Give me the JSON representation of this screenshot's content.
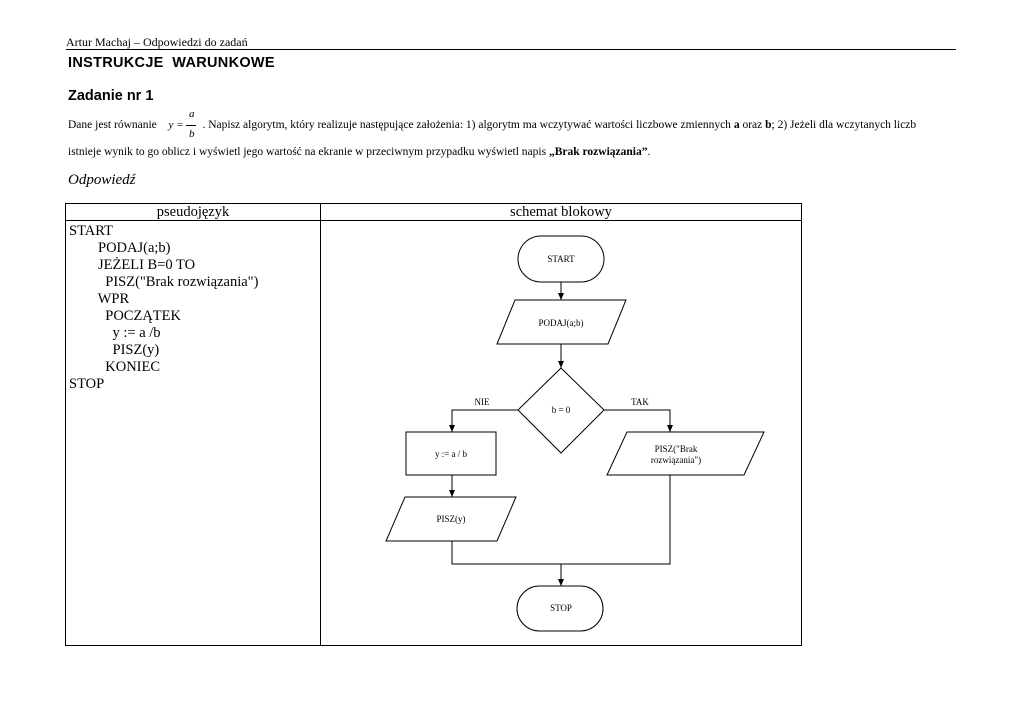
{
  "header": {
    "running_title": "Artur Machaj – Odpowiedzi do zadań"
  },
  "section_title": "INSTRUKCJE  WARUNKOWE",
  "task_title": "Zadanie nr 1",
  "task": {
    "intro": "Dane jest równanie",
    "eq_lhs": "y =",
    "eq_num": "a",
    "eq_den": "b",
    "line1_rest": ". Napisz algorytm, który realizuje następujące założenia: 1) algorytm ma wczytywać wartości liczbowe zmiennych",
    "var_a": "a",
    "and": "oraz",
    "var_b": "b",
    "line1_tail": "; 2) Jeżeli dla wczytanych liczb",
    "line2": "istnieje wynik to go oblicz i wyświetl jego wartość na ekranie w przeciwnym przypadku wyświetl napis",
    "quote": "„Brak rozwiązania”",
    "line2_end": "."
  },
  "answer_label": "Odpowiedź",
  "table": {
    "col1_header": "pseudojęzyk",
    "col2_header": "schemat blokowy",
    "pseudocode": [
      "START",
      "        PODAJ(a;b)",
      "        JEŻELI B=0 TO",
      "          PISZ(\"Brak rozwiązania\")",
      "        WPR",
      "          POCZĄTEK",
      "            y := a /b",
      "            PISZ(y)",
      "          KONIEC",
      "STOP"
    ]
  },
  "flowchart": {
    "start": "START",
    "input": "PODAJ(a;b)",
    "condition": "b = 0",
    "no_label": "NIE",
    "yes_label": "TAK",
    "assign": "y := a / b",
    "print_y": "PISZ(y)",
    "print_msg_line1": "PISZ(\"Brak",
    "print_msg_line2": "rozwiązania\")",
    "stop": "STOP"
  }
}
